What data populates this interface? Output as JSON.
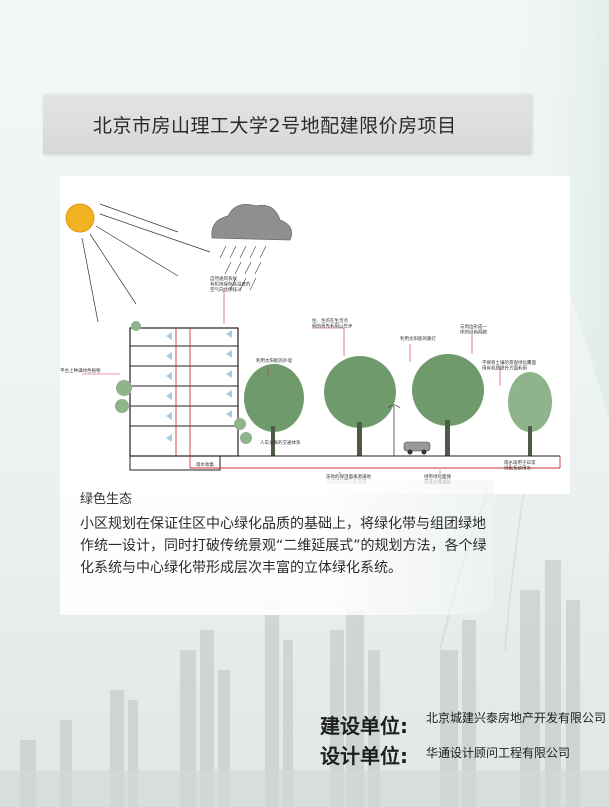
{
  "document": {
    "title": "北京市房山理工大学2号地配建限价房项目"
  },
  "diagram": {
    "labels": {
      "roof_wind": "自然通风系统\n有机地保存高温度的\n空气向北侧排斗",
      "roof_garden": "平台上种满绿色植物",
      "facade_solar": "利用太阳能的外墙",
      "tree_life": "住、生的在生活点\n明的首先利用以在步",
      "solar_street": "利用太阳能的路灯",
      "green_network": "与周边形成一\n体的绿色网络",
      "soil": "不保育土壤的景观绿化覆面\n用有机质提升方面利用",
      "pedestrian": "人车分离的交通体系",
      "rainwater": "雨水收集",
      "retention": "滞地的保湿面来源满地\n也能提供雨水的渗透",
      "permeable": "绿带绿化面保\n用透水性铺装",
      "reuse": "雨水再用于日常\n绿化系统用水"
    }
  },
  "section": {
    "heading": "绿色生态",
    "body": "小区规划在保证住区中心绿化品质的基础上，将绿化带与组团绿地作统一设计，同时打破传统景观“二维延展式”的规划方法，各个绿化系统与中心绿化带形成层次丰富的立体绿化系统。"
  },
  "credits": {
    "builder_label": "建设单位:",
    "builder_value": "北京城建兴泰房地产开发有限公司",
    "designer_label": "设计单位:",
    "designer_value": "华通设计顾问工程有限公司"
  },
  "colors": {
    "accent_red": "#c8353a",
    "tree_green": "#6f9a6b",
    "sun_yellow": "#f2b322",
    "cloud_gray": "#8f8f8f",
    "wind_blue": "#9cc6dd"
  }
}
